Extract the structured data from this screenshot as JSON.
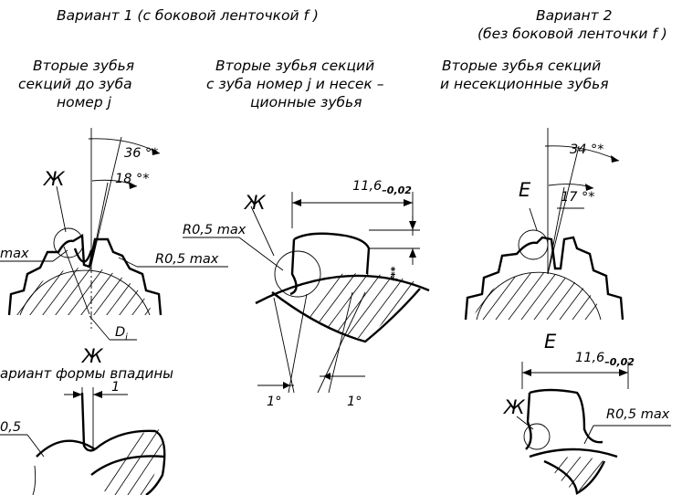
{
  "headers": {
    "variant1": "Вариант 1 (с боковой ленточкой f )",
    "variant2_line1": "Вариант 2",
    "variant2_line2": "(без боковой ленточки f )"
  },
  "columns": {
    "col1": [
      "Вторые зубья",
      "секций до зуба",
      "номер j"
    ],
    "col2": [
      "Вторые зубья секций",
      "с зуба  номер j и несек –",
      "ционные зубья"
    ],
    "col3": [
      "Вторые зубья секций",
      "и несекционные зубья"
    ]
  },
  "dimensions": {
    "angle_36": "36 °*",
    "angle_18": "18 °*",
    "angle_34": "34 °*",
    "angle_17": "17 °*",
    "r_max_left": "max",
    "r_max_mid": "R0,5 max",
    "r_max_mid2": "R0,5 max",
    "r_max_right": "R0,5 max",
    "di": "D",
    "di_sub": "i",
    "width_11_6": "11,6",
    "tol_002": "–0,02",
    "width_11_6_e": "11,6",
    "tol_002_e": "–0,02",
    "f_star": "f**",
    "deg1_left": "1°",
    "deg1_right": "1°",
    "one": "1",
    "r05_bottom": "0,5"
  },
  "letters": {
    "zh_1": "Ж",
    "zh_2": "Ж",
    "zh_3": "Ж",
    "zh_4": "Ж",
    "e_1": "Е",
    "e_2": "Е"
  },
  "detail_caption": "ариант формы впадины"
}
